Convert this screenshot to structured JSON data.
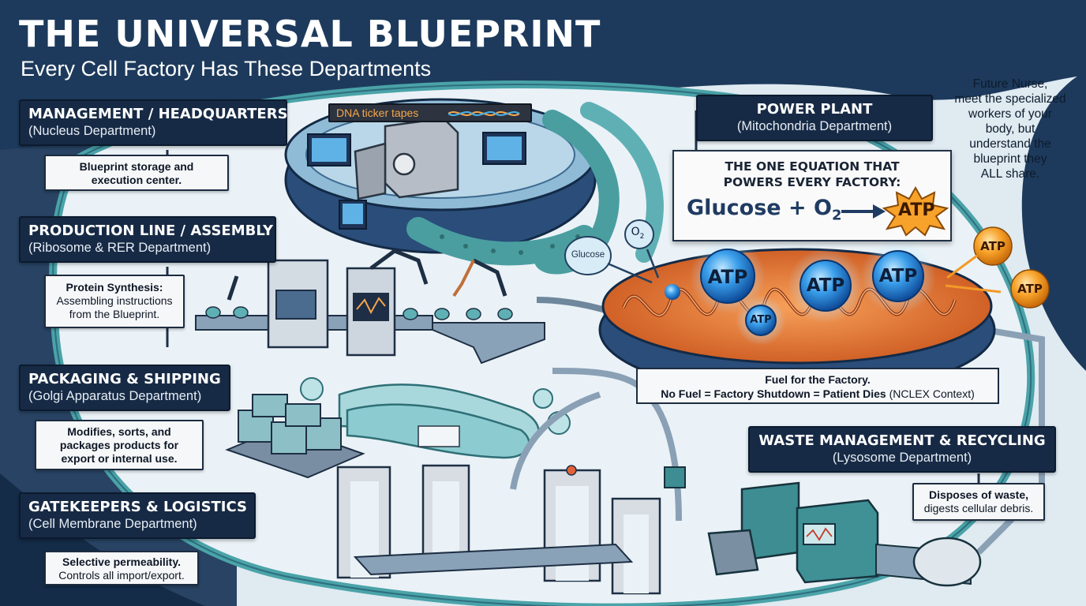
{
  "header": {
    "title": "THE UNIVERSAL BLUEPRINT",
    "subtitle": "Every Cell Factory Has These Departments"
  },
  "departments": {
    "nucleus": {
      "name": "MANAGEMENT / HEADQUARTERS",
      "sub": "(Nucleus Department)",
      "desc_line1": "Blueprint storage and",
      "desc_line2": "execution center."
    },
    "ribosome": {
      "name": "PRODUCTION LINE / ASSEMBLY",
      "sub": "(Ribosome & RER Department)",
      "desc_line1": "Protein Synthesis:",
      "desc_line2": "Assembling instructions",
      "desc_line3": "from the Blueprint."
    },
    "golgi": {
      "name": "PACKAGING & SHIPPING",
      "sub": "(Golgi Apparatus Department)",
      "desc_line1": "Modifies, sorts, and",
      "desc_line2": "packages products for",
      "desc_line3": "export or internal use."
    },
    "membrane": {
      "name": "GATEKEEPERS & LOGISTICS",
      "sub": "(Cell Membrane Department)",
      "desc_line1": "Selective permeability.",
      "desc_line2": "Controls all import/export."
    },
    "mitochondria": {
      "name": "POWER PLANT",
      "sub": "(Mitochondria Department)"
    },
    "lysosome": {
      "name": "WASTE MANAGEMENT & RECYCLING",
      "sub": "(Lysosome Department)",
      "desc_line1": "Disposes of waste,",
      "desc_line2": "digests cellular debris."
    }
  },
  "nurse_note": {
    "line1": "Future Nurse,",
    "line2": "meet the specialized",
    "line3": "workers of your",
    "line4": "body, but",
    "line5": "understand the",
    "line6": "blueprint they",
    "line7": "ALL share."
  },
  "equation": {
    "heading_line1": "THE ONE EQUATION THAT",
    "heading_line2": "POWERS EVERY FACTORY:",
    "reactant1": "Glucose + O",
    "subscript": "2",
    "product": "ATP"
  },
  "fuel_note": {
    "line1": "Fuel for the Factory.",
    "line2_bold": "No Fuel = Factory Shutdown = Patient Dies",
    "line2_rest": " (NCLEX Context)"
  },
  "nucleus_scene": {
    "ticker": "DNA ticker tapes"
  },
  "molecules": {
    "glucose": "Glucose",
    "oxygen": "O",
    "oxygen_sub": "2",
    "atp": "ATP"
  },
  "colors": {
    "navy": "#172a45",
    "dark_bg": "#1d3a5c",
    "teal": "#5fb0b4",
    "orange": "#e06a28",
    "atp_blue": "#2f8fe0",
    "atp_orange": "#f59a1e"
  }
}
